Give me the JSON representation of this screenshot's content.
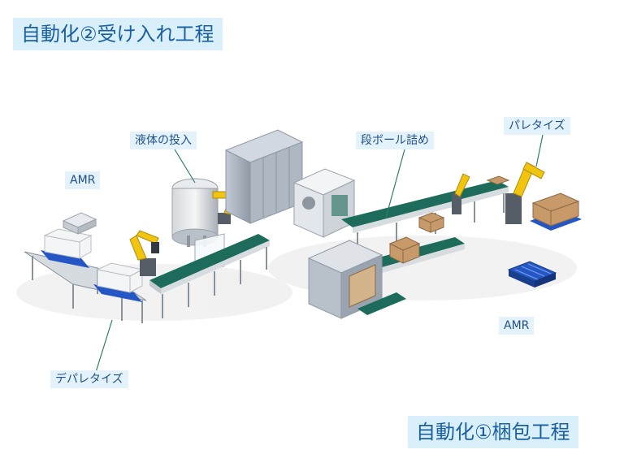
{
  "titles": {
    "top": "自動化②受け入れ工程",
    "bottom": "自動化①梱包工程"
  },
  "labels": {
    "liquid_input": "液体の投入",
    "amr_left": "AMR",
    "depalletize": "デパレタイズ",
    "carton_packing": "段ボール詰め",
    "palletize": "パレタイズ",
    "amr_right": "AMR"
  },
  "colors": {
    "title_bg": "#d9f0fb",
    "title_text": "#1a5fa0",
    "label_bg": "#e4f3fb",
    "label_text": "#1f4f8a",
    "leader_line": "#2d7d6d",
    "conveyor_belt": "#1d6b5a",
    "robot_arm": "#f1c40f",
    "pallet": "#2457c5",
    "machine_body": "#a9b3bf",
    "cardboard": "#c89a6a"
  }
}
